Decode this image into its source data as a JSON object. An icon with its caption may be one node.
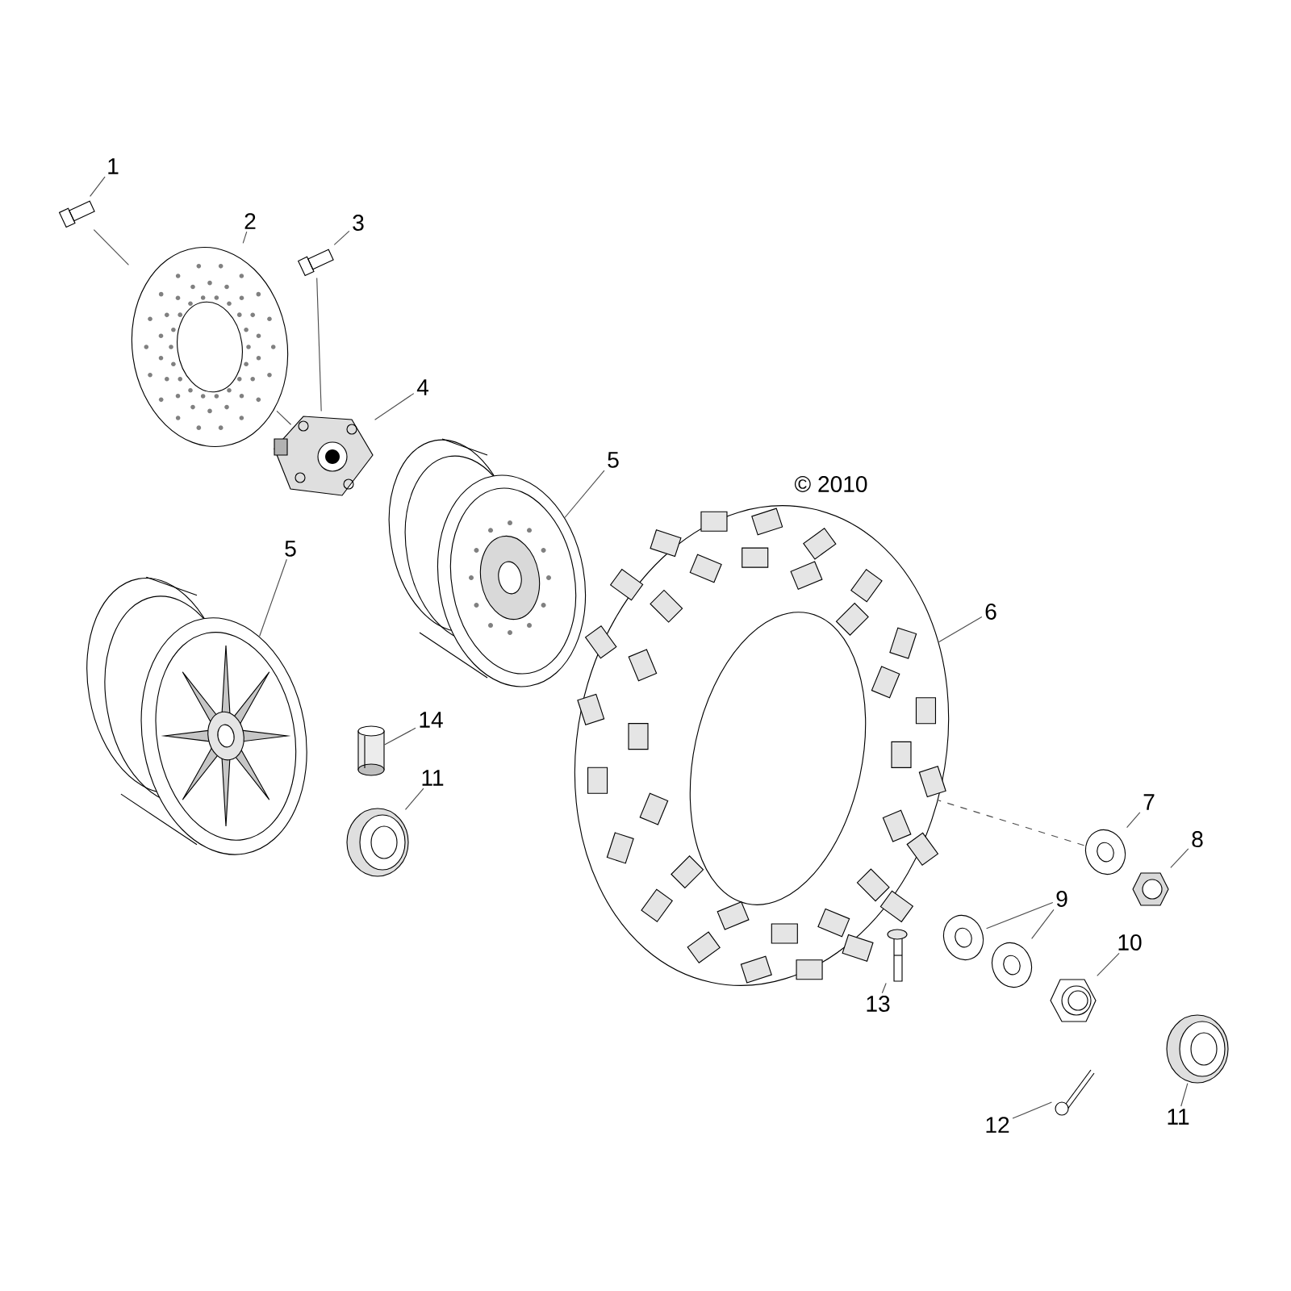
{
  "diagram": {
    "nodes": [
      {
        "text": [
          "1"
        ]
      },
      {
        "text": [
          "2"
        ]
      },
      {
        "text": [
          "3"
        ]
      },
      {
        "text": [
          "4"
        ]
      },
      {
        "text": [
          "5"
        ]
      },
      {
        "text": [
          "5"
        ]
      },
      {
        "text": [
          "6"
        ]
      },
      {
        "text": [
          "7"
        ]
      },
      {
        "text": [
          "8"
        ]
      },
      {
        "text": [
          "9"
        ]
      },
      {
        "text": [
          "10"
        ]
      },
      {
        "text": [
          "11"
        ]
      },
      {
        "text": [
          "11"
        ]
      },
      {
        "text": [
          "12"
        ]
      },
      {
        "text": [
          "13"
        ]
      },
      {
        "text": [
          "14"
        ]
      },
      {
        "text": [],
        "shape": "picture"
      },
      {
        "text": [],
        "shape": "picture"
      },
      {
        "text": [],
        "shape": "picture"
      },
      {
        "text": [],
        "shape": "picture"
      },
      {
        "text": [],
        "shape": "picture"
      },
      {
        "text": [],
        "shape": "picture"
      },
      {
        "text": [],
        "shape": "picture"
      },
      {
        "text": [],
        "shape": "picture"
      },
      {
        "text": [],
        "shape": "picture"
      },
      {
        "text": [],
        "shape": "picture"
      },
      {
        "text": [],
        "shape": "picture"
      },
      {
        "text": [],
        "shape": "picture"
      },
      {
        "text": [],
        "shape": "picture"
      },
      {
        "text": [],
        "shape": "picture"
      },
      {
        "text": [],
        "shape": "picture"
      },
      {
        "text": [],
        "shape": "picture"
      },
      {
        "text": [],
        "shape": "picture"
      }
    ],
    "edges": [
      {
        "from": 0,
        "to": 16,
        "arrow": "none"
      },
      {
        "from": 1,
        "to": 17,
        "arrow": "none"
      },
      {
        "from": 2,
        "to": 18,
        "arrow": "none"
      },
      {
        "from": 3,
        "to": 19,
        "arrow": "none"
      },
      {
        "from": 4,
        "to": 20,
        "arrow": "none"
      },
      {
        "from": 5,
        "to": 21,
        "arrow": "none"
      },
      {
        "from": 6,
        "to": 22,
        "arrow": "none"
      },
      {
        "from": 7,
        "to": 23,
        "arrow": "none"
      },
      {
        "from": 8,
        "to": 24,
        "arrow": "none"
      },
      {
        "from": 9,
        "to": 25,
        "arrow": "none"
      },
      {
        "from": 9,
        "to": 26,
        "arrow": "none"
      },
      {
        "from": 10,
        "to": 27,
        "arrow": "none"
      },
      {
        "from": 11,
        "to": 28,
        "arrow": "none"
      },
      {
        "from": 12,
        "to": 29,
        "arrow": "none"
      },
      {
        "from": 13,
        "to": 30,
        "arrow": "none"
      },
      {
        "from": 14,
        "to": 31,
        "arrow": "none"
      },
      {
        "from": 15,
        "to": 32,
        "arrow": "none"
      },
      {
        "from": 16,
        "to": 17,
        "arrow": "none"
      },
      {
        "from": 17,
        "to": 19,
        "arrow": "none"
      },
      {
        "from": 18,
        "to": 19,
        "arrow": "none"
      },
      {
        "from": 23,
        "to": 22,
        "arrow": "none",
        "style": "dashed"
      }
    ],
    "labels": [
      "© 2010"
    ]
  }
}
